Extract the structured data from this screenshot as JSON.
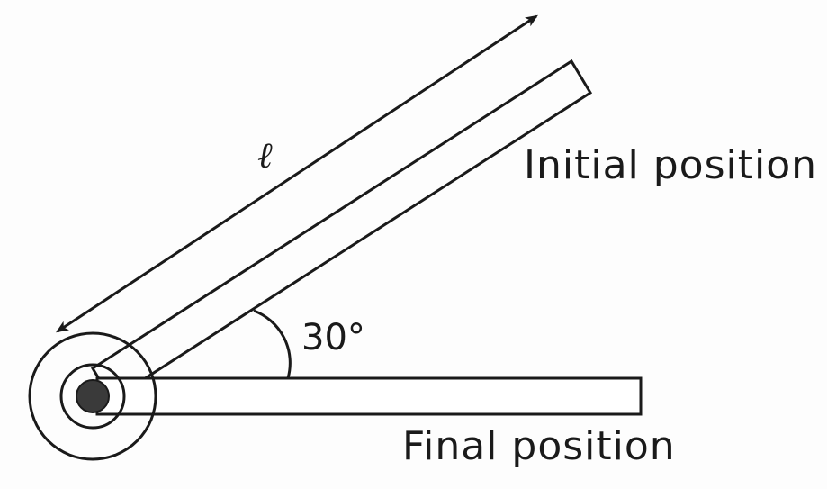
{
  "labels": {
    "initial_position": "Initial position",
    "final_position": "Final position",
    "angle": "30°",
    "length": "ℓ"
  },
  "colors": {
    "stroke": "#1a1a1a",
    "pivot_fill": "#3a3a3a",
    "background": "#fdfdfd"
  }
}
